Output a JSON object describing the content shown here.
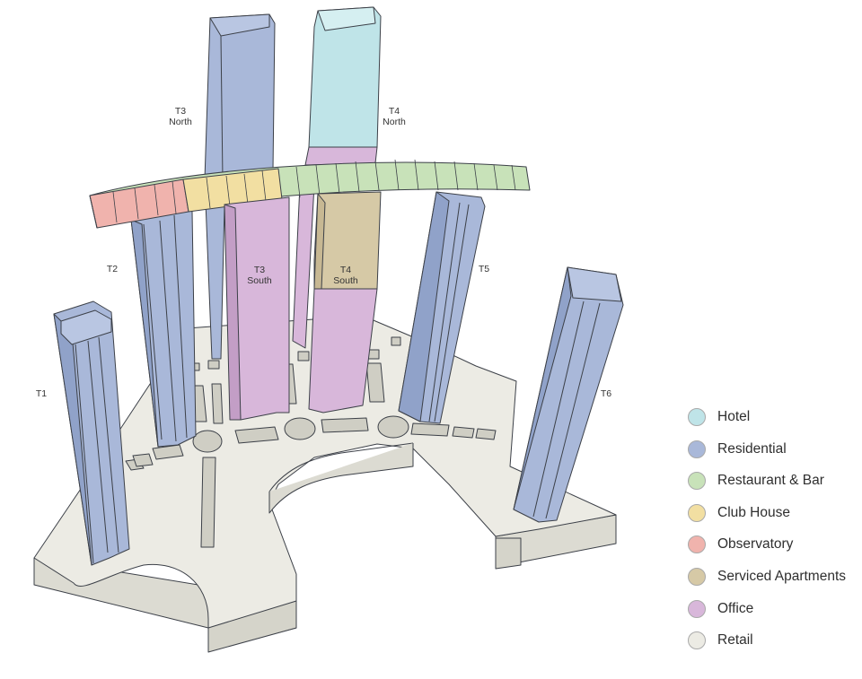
{
  "tower_labels": {
    "t1": {
      "line1": "T1",
      "line2": ""
    },
    "t2": {
      "line1": "T2",
      "line2": ""
    },
    "t3_north": {
      "line1": "T3",
      "line2": "North"
    },
    "t4_north": {
      "line1": "T4",
      "line2": "North"
    },
    "t3_south": {
      "line1": "T3",
      "line2": "South"
    },
    "t4_south": {
      "line1": "T4",
      "line2": "South"
    },
    "t5": {
      "line1": "T5",
      "line2": ""
    },
    "t6": {
      "line1": "T6",
      "line2": ""
    }
  },
  "legend": [
    {
      "label": "Hotel",
      "color": "#bfe4e8"
    },
    {
      "label": "Residential",
      "color": "#a9b8d9"
    },
    {
      "label": "Restaurant & Bar",
      "color": "#c8e2b9"
    },
    {
      "label": "Club House",
      "color": "#f2dfa2"
    },
    {
      "label": "Observatory",
      "color": "#f0b3ad"
    },
    {
      "label": "Serviced Apartments",
      "color": "#d6c9a6"
    },
    {
      "label": "Office",
      "color": "#d8b7da"
    },
    {
      "label": "Retail",
      "color": "#ecebe4"
    }
  ],
  "colors": {
    "hotel": "#bfe4e8",
    "residential": "#a9b8d9",
    "residential_dark": "#90a2c9",
    "restaurant": "#c8e2b9",
    "clubhouse": "#f2dfa2",
    "observatory": "#f0b3ad",
    "serviced": "#d6c9a6",
    "office": "#d8b7da",
    "retail": "#ecebe4",
    "retail_side": "#dcdbd2",
    "outline": "#3c4048"
  }
}
